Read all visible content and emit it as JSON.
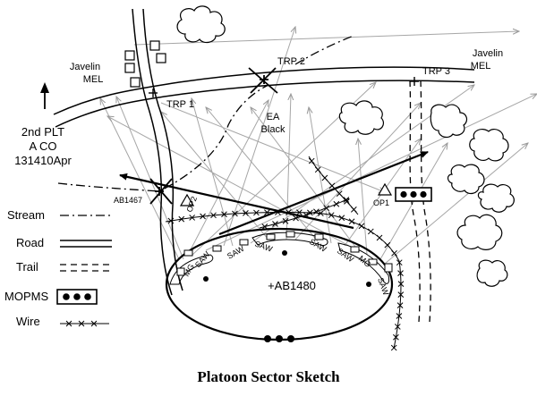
{
  "caption": "Platoon Sector Sketch",
  "unit_block": {
    "line1": "2nd PLT",
    "line2": "A CO",
    "line3": "131410Apr"
  },
  "map_labels": {
    "javelin_left": "Javelin",
    "mel_left": "MEL",
    "javelin_right": "Javelin",
    "mel_right": "MEL",
    "trp1": "TRP 1",
    "trp2": "TRP 2",
    "trp3": "TRP 3",
    "ea_line1": "EA",
    "ea_line2": "Black",
    "ab1467": "AB1467",
    "ab1480": "+AB1480",
    "op1": "OP1",
    "op2": "OP2",
    "saw": "SAW",
    "mg": "MG"
  },
  "legend": {
    "stream": "Stream",
    "road": "Road",
    "trail": "Trail",
    "mopms": "MOPMS",
    "wire": "Wire"
  }
}
